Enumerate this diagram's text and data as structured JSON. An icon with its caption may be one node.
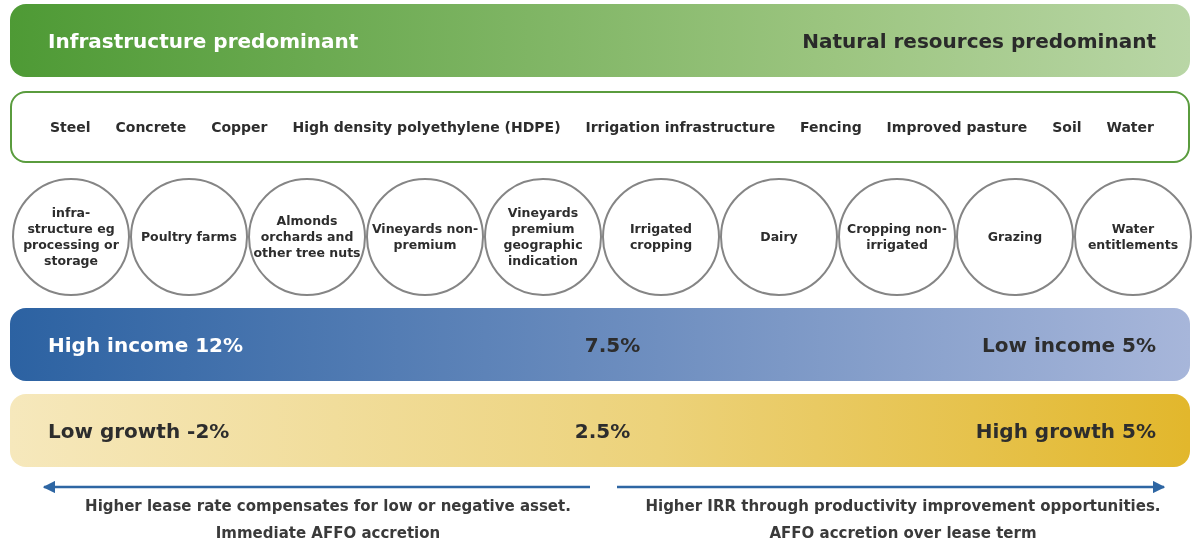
{
  "diagram": {
    "nodes": [
      {
        "text": [
          "Infrastructure predominant",
          "Natural resources predominant"
        ]
      },
      {
        "text": [
          "Steel",
          "Concrete",
          "Copper",
          "High density polyethylene (HDPE)",
          "Irrigation infrastructure",
          "Fencing",
          "Improved pasture",
          "Soil",
          "Water"
        ]
      },
      {
        "text": [
          "infra- structure eg processing or storage"
        ]
      },
      {
        "text": [
          "Poultry farms"
        ]
      },
      {
        "text": [
          "Almonds orchards and other tree nuts"
        ]
      },
      {
        "text": [
          "Vineyards non-premium"
        ]
      },
      {
        "text": [
          "Vineyards premium geographic indication"
        ]
      },
      {
        "text": [
          "Irrigated cropping"
        ]
      },
      {
        "text": [
          "Dairy"
        ]
      },
      {
        "text": [
          "Cropping non-irrigated"
        ]
      },
      {
        "text": [
          "Grazing"
        ]
      },
      {
        "text": [
          "Water entitlements"
        ]
      },
      {
        "text": [
          "High income 12%",
          "7.5%",
          "Low income 5%"
        ]
      },
      {
        "text": [
          "Low growth -2%",
          "2.5%",
          "High growth 5%"
        ]
      }
    ],
    "labels": [
      "Higher lease rate compensates for low or negative asset.",
      "Immediate AFFO accretion",
      "Higher IRR through productivity improvement opportunities.",
      "AFFO accretion over lease term"
    ]
  }
}
